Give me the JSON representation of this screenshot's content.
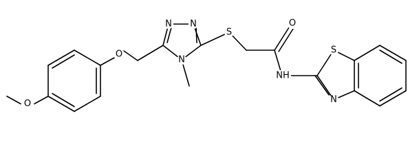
{
  "molecule": {
    "atoms": {
      "o_ether_bottom": "O",
      "o_ether_top": "O",
      "s_thioether": "S",
      "o_carbonyl": "O",
      "n_amide": "NH",
      "n_triazole_1": "N",
      "n_triazole_2": "N",
      "n_triazole_methyl": "N",
      "n_benzothiazole": "N",
      "s_benzothiazole": "S"
    }
  }
}
